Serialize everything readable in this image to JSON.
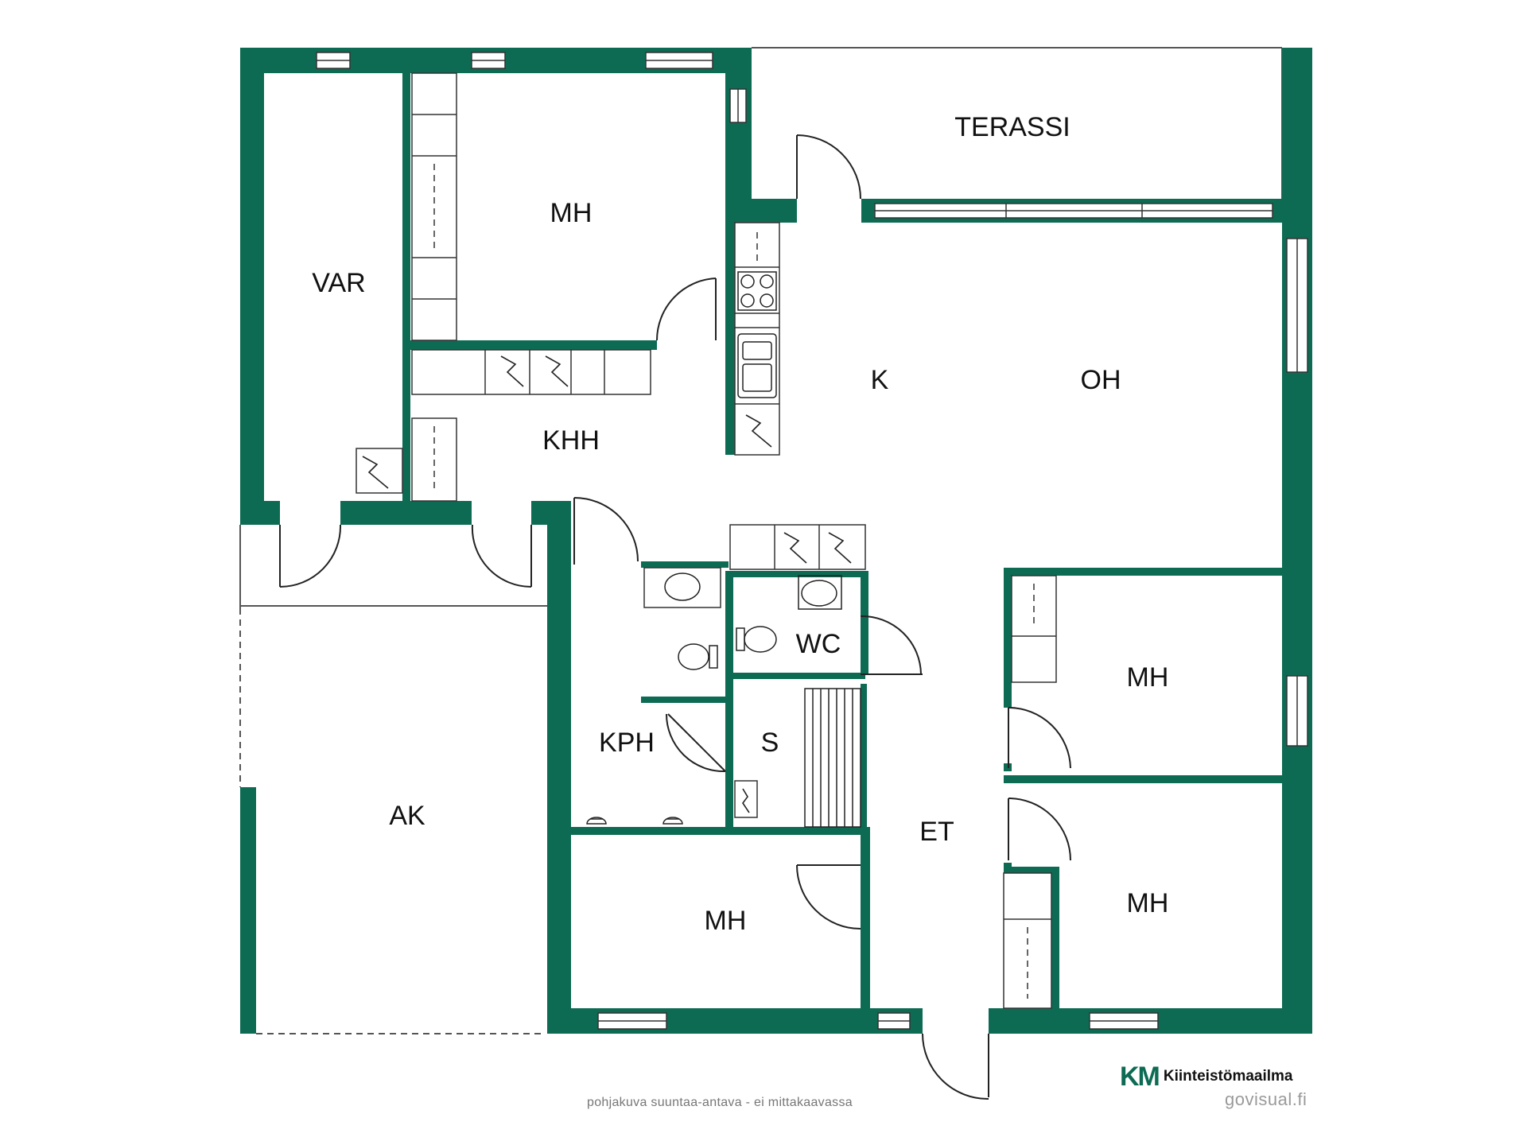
{
  "plan": {
    "wall_color": "#0d6b54",
    "rooms": [
      {
        "id": "terassi",
        "label": "TERASSI"
      },
      {
        "id": "var",
        "label": "VAR"
      },
      {
        "id": "mh-top",
        "label": "MH"
      },
      {
        "id": "khh",
        "label": "KHH"
      },
      {
        "id": "k",
        "label": "K"
      },
      {
        "id": "oh",
        "label": "OH"
      },
      {
        "id": "wc",
        "label": "WC"
      },
      {
        "id": "kph",
        "label": "KPH"
      },
      {
        "id": "s",
        "label": "S"
      },
      {
        "id": "ak",
        "label": "AK"
      },
      {
        "id": "et",
        "label": "ET"
      },
      {
        "id": "mh-right-upper",
        "label": "MH"
      },
      {
        "id": "mh-right-lower",
        "label": "MH"
      },
      {
        "id": "mh-bottom",
        "label": "MH"
      }
    ]
  },
  "footer": {
    "disclaimer": "pohjakuva suuntaa-antava - ei mittakaavassa",
    "brand_mark": "KM",
    "brand_name": "Kiinteistömaailma",
    "credit": "govisual.fi"
  },
  "icons": [
    "electric-appliance-icon",
    "stove-icon",
    "sink-icon",
    "toilet-icon",
    "washbasin-icon",
    "shower-icon",
    "sauna-bench-icon",
    "door-swing-icon",
    "window-icon"
  ]
}
